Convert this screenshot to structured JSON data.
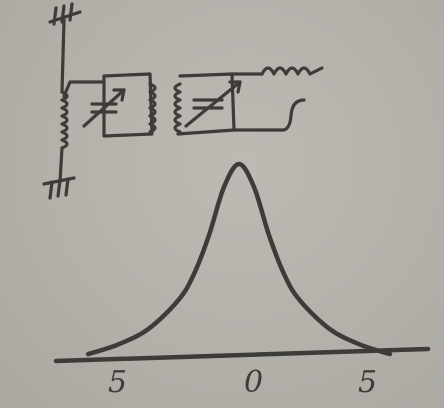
{
  "chart_data": {
    "type": "line",
    "x_tick_labels": [
      "5",
      "0",
      "5"
    ],
    "x": [
      -5,
      -4,
      -3,
      -2,
      -1.5,
      -1,
      -0.5,
      0,
      0.5,
      1,
      1.5,
      2,
      3,
      4,
      5
    ],
    "y": [
      0.02,
      0.07,
      0.15,
      0.3,
      0.43,
      0.63,
      0.88,
      1.0,
      0.88,
      0.63,
      0.43,
      0.3,
      0.15,
      0.07,
      0.02
    ],
    "xlim": [
      -5.6,
      5.6
    ],
    "ylim": [
      0,
      1
    ],
    "grid": false,
    "legend": "none"
  },
  "colors": {
    "ink": "#3e3c39",
    "paper": "#b4b2ab"
  }
}
